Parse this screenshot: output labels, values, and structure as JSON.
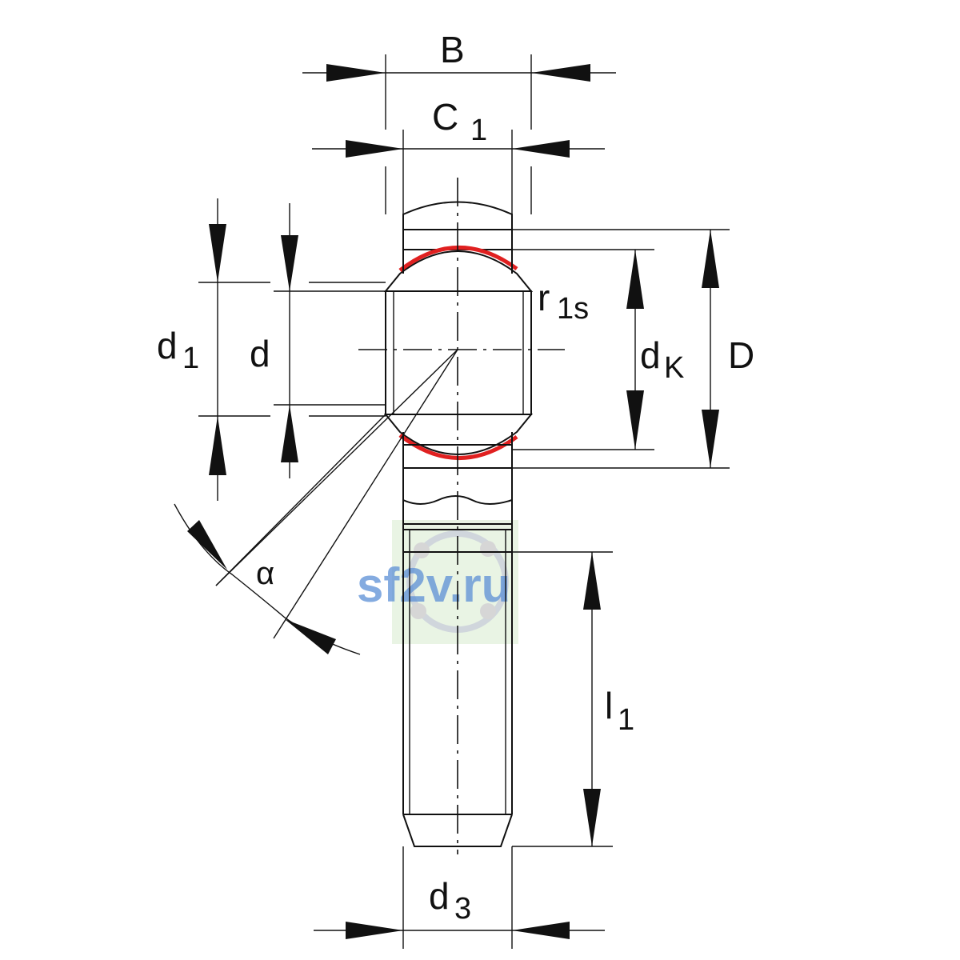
{
  "labels": {
    "B": "B",
    "C1_main": "C",
    "C1_sub": "1",
    "r1s_main": "r",
    "r1s_sub": "1s",
    "d1_main": "d",
    "d1_sub": "1",
    "d": "d",
    "dK_main": "d",
    "dK_sub": "K",
    "D": "D",
    "alpha": "α",
    "l1_main": "l",
    "l1_sub": "1",
    "d3_main": "d",
    "d3_sub": "3"
  },
  "watermark": {
    "text": "sf2v.ru",
    "color": "#5b8fd6"
  },
  "colors": {
    "line": "#111111",
    "seal": "#e02020",
    "watermark_bg": "#e9f4e4"
  }
}
